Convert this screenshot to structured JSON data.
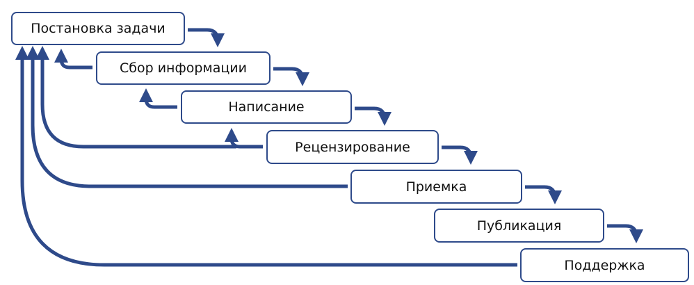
{
  "diagram": {
    "type": "waterfall-process",
    "accent_color": "#2E4A8A",
    "steps": [
      {
        "id": "s1",
        "label": "Постановка задачи"
      },
      {
        "id": "s2",
        "label": "Сбор информации"
      },
      {
        "id": "s3",
        "label": "Написание"
      },
      {
        "id": "s4",
        "label": "Рецензирование"
      },
      {
        "id": "s5",
        "label": "Приемка"
      },
      {
        "id": "s6",
        "label": "Публикация"
      },
      {
        "id": "s7",
        "label": "Поддержка"
      }
    ],
    "forward_edges": [
      {
        "from": "s1",
        "to": "s2"
      },
      {
        "from": "s2",
        "to": "s3"
      },
      {
        "from": "s3",
        "to": "s4"
      },
      {
        "from": "s4",
        "to": "s5"
      },
      {
        "from": "s5",
        "to": "s6"
      },
      {
        "from": "s6",
        "to": "s7"
      }
    ],
    "return_edges": [
      {
        "from": "s2",
        "to": "s1"
      },
      {
        "from": "s3",
        "to": "s2"
      },
      {
        "from": "s4",
        "to": "s3"
      },
      {
        "from": "s4",
        "to": "s1"
      },
      {
        "from": "s5",
        "to": "s1"
      },
      {
        "from": "s7",
        "to": "s1"
      }
    ]
  }
}
